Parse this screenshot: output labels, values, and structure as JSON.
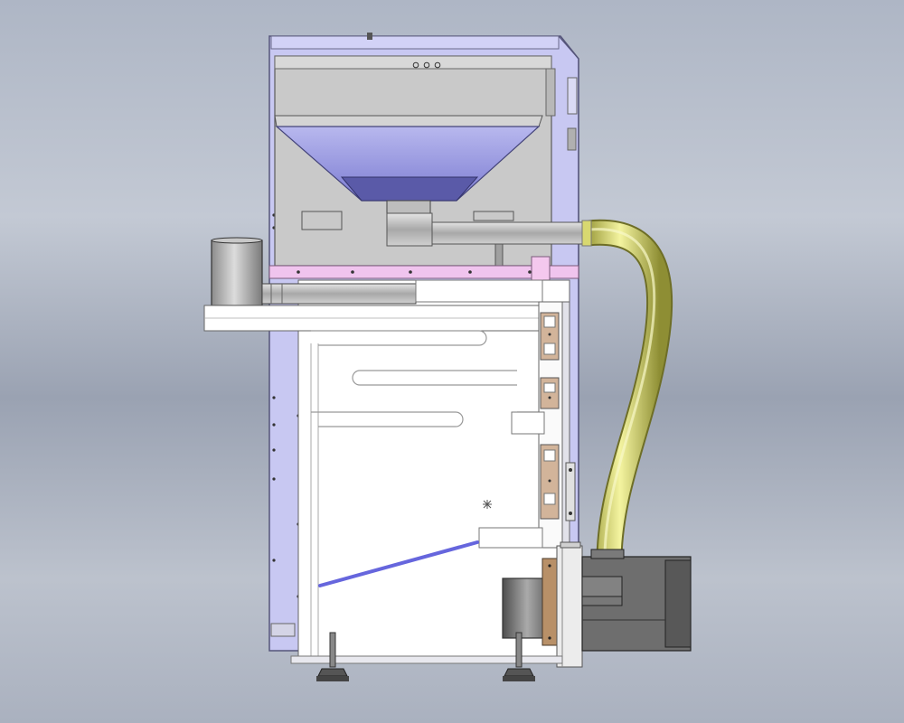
{
  "diagram": {
    "view": "side-elevation",
    "components": [
      "outer-casing",
      "fuel-hopper",
      "feed-auger-tube",
      "flexible-feed-hose",
      "side-cylinder",
      "boiler-body",
      "heat-exchanger-tubes",
      "inspection-hatches",
      "grate-bar",
      "pellet-burner",
      "burner-motor-housing",
      "leveling-feet"
    ],
    "colors": {
      "background": "#b4bbc8",
      "casing": "#c8c8f2",
      "hopper": "#9898e0",
      "hose": "#e2e27a",
      "body": "#ffffff",
      "tube": "#c4c4c4",
      "grate": "#6666dd",
      "flange": "#b89068",
      "burner": "#6e6e6e"
    }
  }
}
